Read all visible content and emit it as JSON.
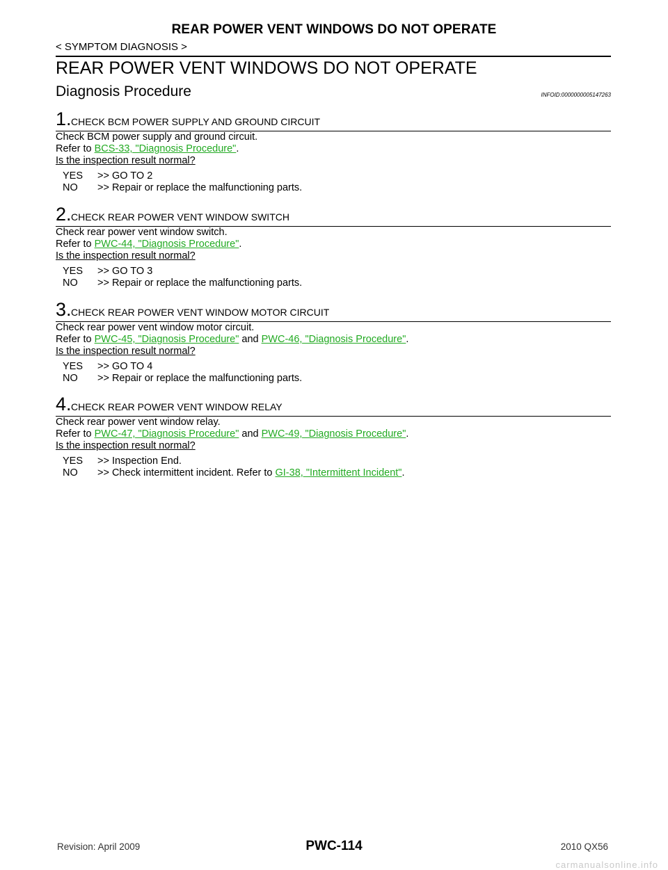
{
  "header": {
    "title": "REAR POWER VENT WINDOWS DO NOT OPERATE",
    "breadcrumb": "< SYMPTOM DIAGNOSIS >"
  },
  "page_title": "REAR POWER VENT WINDOWS DO NOT OPERATE",
  "section": {
    "title": "Diagnosis Procedure",
    "infoid": "INFOID:0000000005147263"
  },
  "steps": [
    {
      "num": "1.",
      "title": "CHECK BCM POWER SUPPLY AND GROUND CIRCUIT",
      "check": "Check BCM power supply and ground circuit.",
      "refer_prefix": "Refer to ",
      "link1": "BCS-33, \"Diagnosis Procedure\"",
      "refer_end": ".",
      "question": "Is the inspection result normal?",
      "yes_key": "YES",
      "yes_text": ">> GO TO 2",
      "no_key": "NO",
      "no_text": ">> Repair or replace the malfunctioning parts."
    },
    {
      "num": "2.",
      "title": "CHECK REAR POWER VENT WINDOW SWITCH",
      "check": "Check rear power vent window switch.",
      "refer_prefix": "Refer to ",
      "link1": "PWC-44, \"Diagnosis Procedure\"",
      "refer_end": ".",
      "question": "Is the inspection result normal?",
      "yes_key": "YES",
      "yes_text": ">> GO TO 3",
      "no_key": "NO",
      "no_text": ">> Repair or replace the malfunctioning parts."
    },
    {
      "num": "3.",
      "title": "CHECK REAR POWER VENT WINDOW MOTOR CIRCUIT",
      "check": "Check rear power vent window motor circuit.",
      "refer_prefix": "Refer to ",
      "link1": "PWC-45, \"Diagnosis Procedure\"",
      "and": " and ",
      "link2": "PWC-46, \"Diagnosis Procedure\"",
      "refer_end": ".",
      "question": "Is the inspection result normal?",
      "yes_key": "YES",
      "yes_text": ">> GO TO 4",
      "no_key": "NO",
      "no_text": ">> Repair or replace the malfunctioning parts."
    },
    {
      "num": "4.",
      "title": "CHECK REAR POWER VENT WINDOW RELAY",
      "check": "Check rear power vent window relay.",
      "refer_prefix": "Refer to ",
      "link1": "PWC-47, \"Diagnosis Procedure\"",
      "and": " and ",
      "link2": "PWC-49, \"Diagnosis Procedure\"",
      "refer_end": ".",
      "question": "Is the inspection result normal?",
      "yes_key": "YES",
      "yes_text": ">> Inspection End.",
      "no_key": "NO",
      "no_text_prefix": ">> Check intermittent incident. Refer to ",
      "no_link": "GI-38, \"Intermittent Incident\"",
      "no_text_end": "."
    }
  ],
  "footer": {
    "revision": "Revision: April 2009",
    "page_number": "PWC-114",
    "model": "2010 QX56",
    "watermark": "carmanualsonline.info"
  },
  "colors": {
    "link": "#22aa22"
  }
}
